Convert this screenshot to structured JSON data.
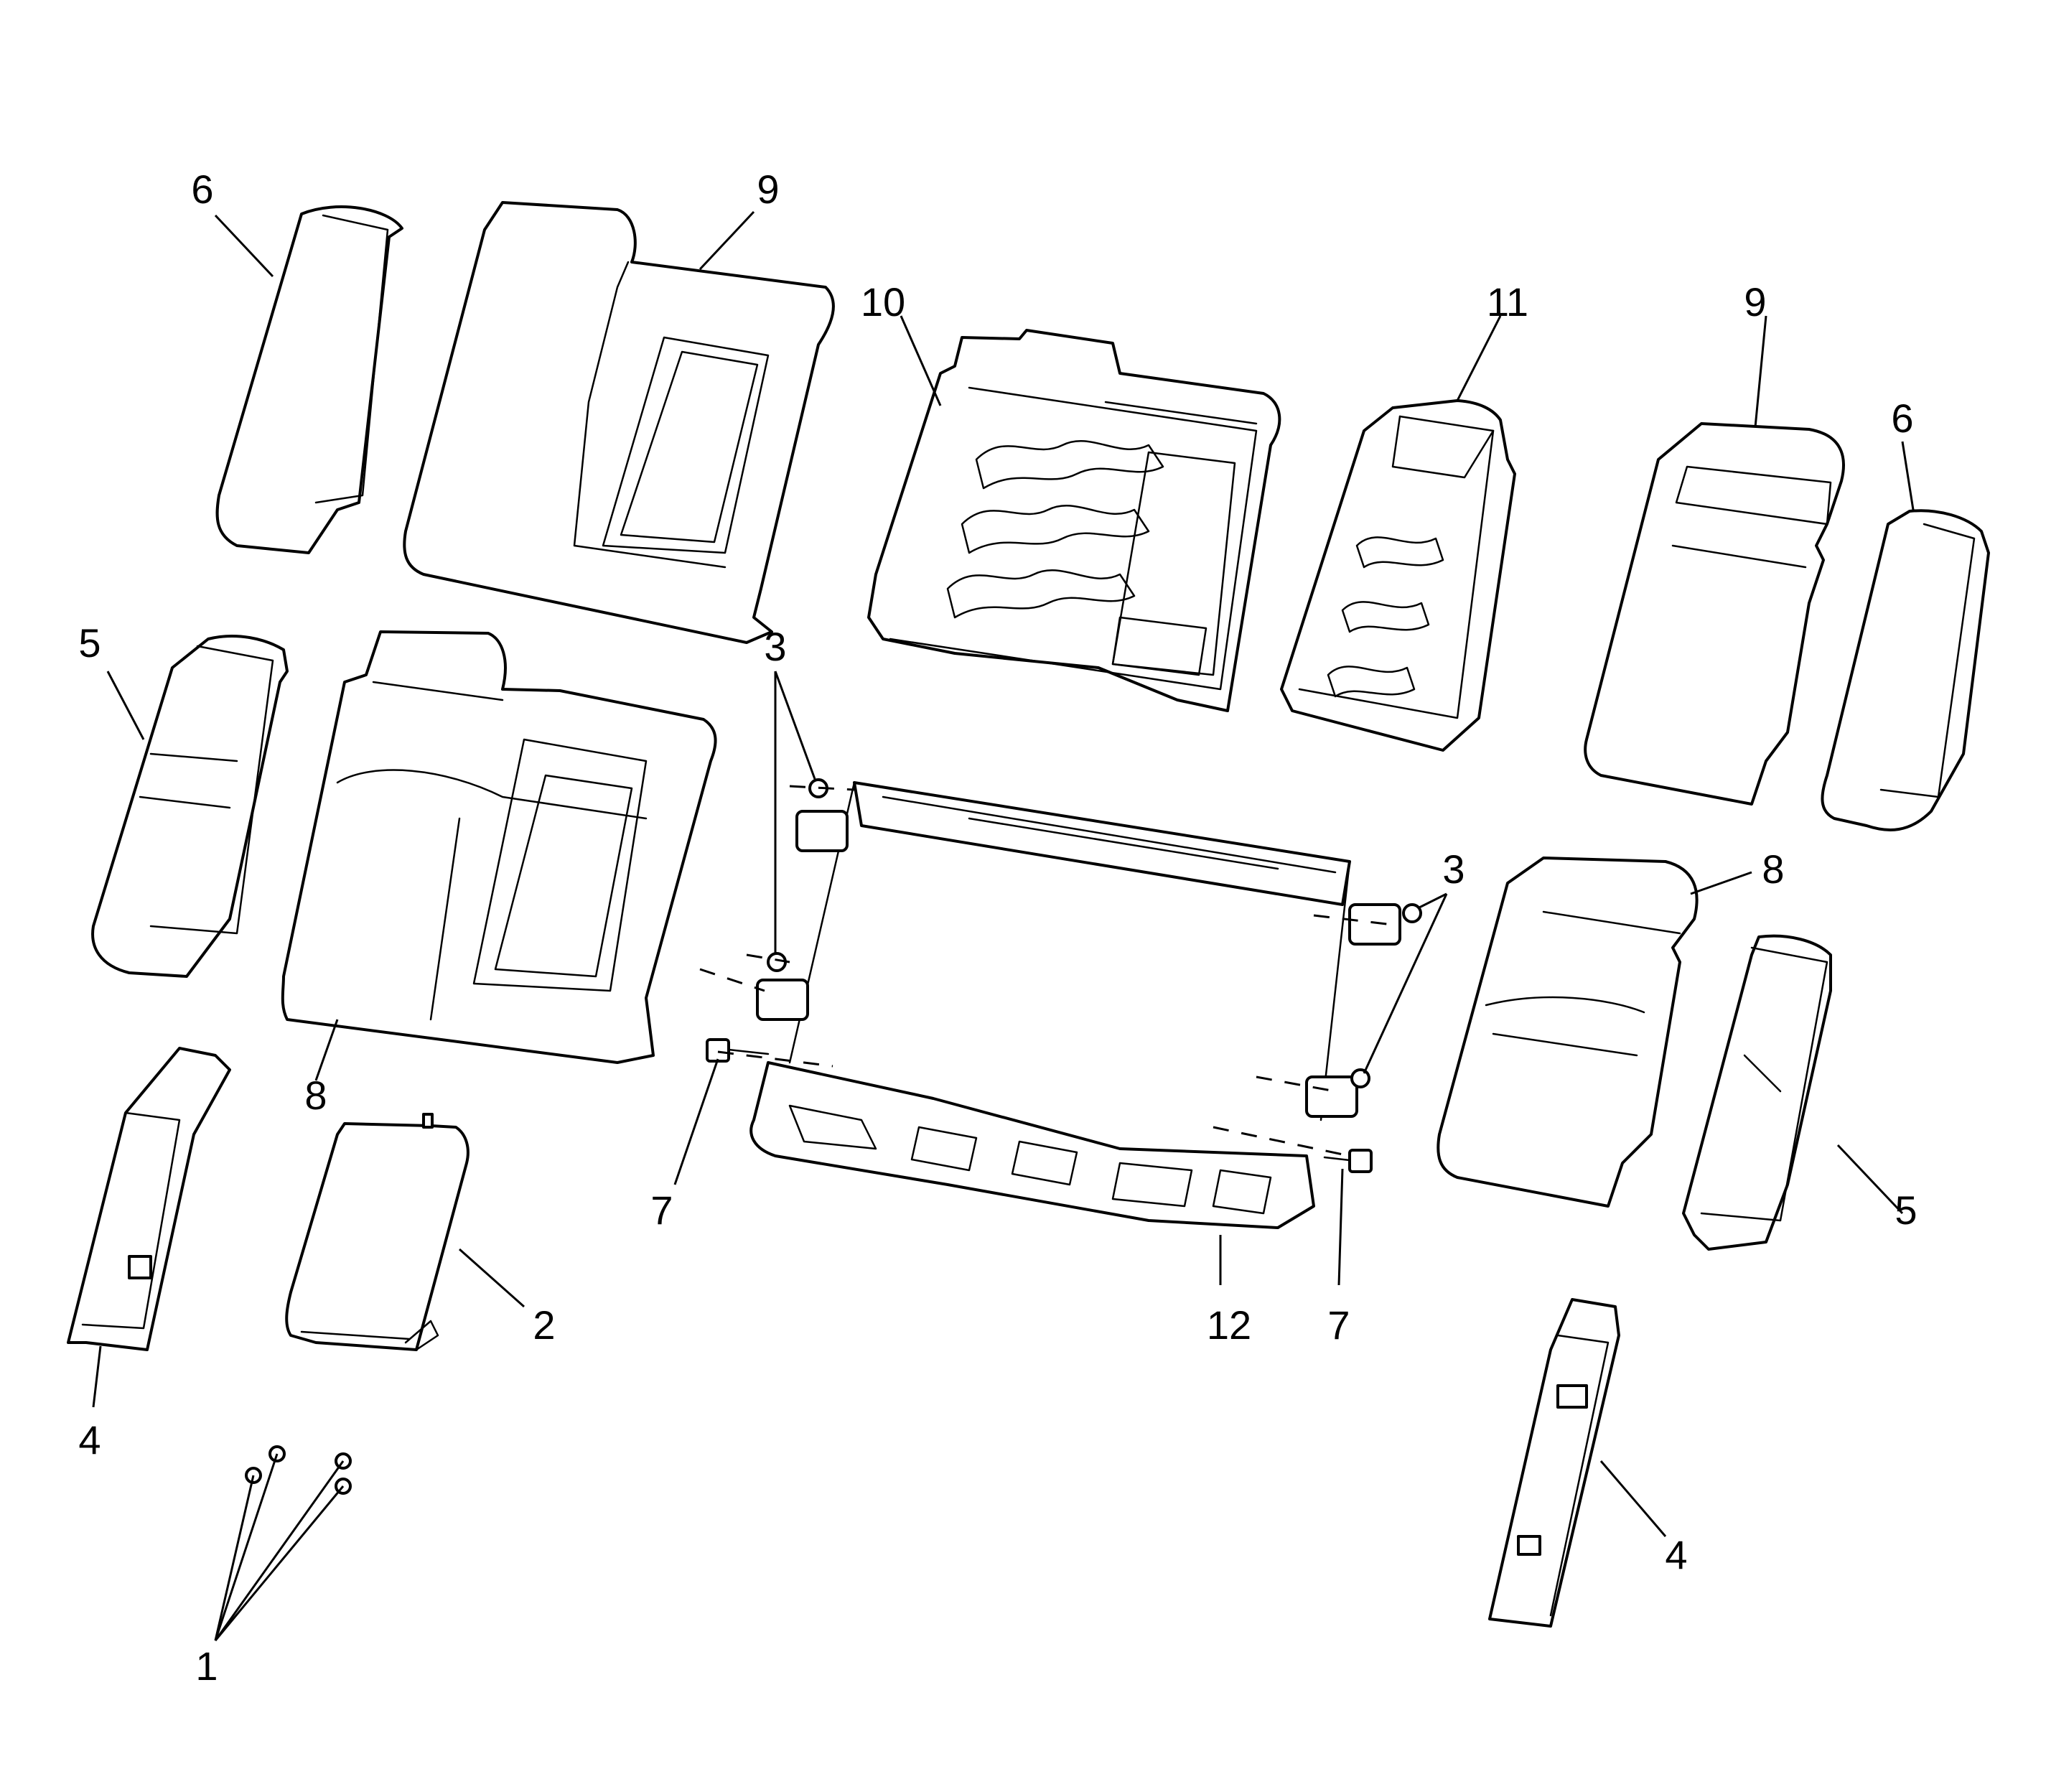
{
  "callouts": [
    {
      "id": "c1",
      "text": "1"
    },
    {
      "id": "c2",
      "text": "2"
    },
    {
      "id": "c3a",
      "text": "3"
    },
    {
      "id": "c3b",
      "text": "3"
    },
    {
      "id": "c4a",
      "text": "4"
    },
    {
      "id": "c4b",
      "text": "4"
    },
    {
      "id": "c5a",
      "text": "5"
    },
    {
      "id": "c5b",
      "text": "5"
    },
    {
      "id": "c6a",
      "text": "6"
    },
    {
      "id": "c6b",
      "text": "6"
    },
    {
      "id": "c7a",
      "text": "7"
    },
    {
      "id": "c7b",
      "text": "7"
    },
    {
      "id": "c8a",
      "text": "8"
    },
    {
      "id": "c8b",
      "text": "8"
    },
    {
      "id": "c9a",
      "text": "9"
    },
    {
      "id": "c9b",
      "text": "9"
    },
    {
      "id": "c10",
      "text": "10"
    },
    {
      "id": "c11",
      "text": "11"
    },
    {
      "id": "c12",
      "text": "12"
    }
  ]
}
